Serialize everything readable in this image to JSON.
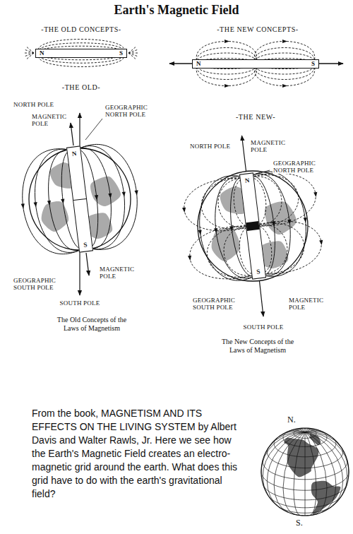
{
  "diagram": {
    "title": "Earth's Magnetic Field",
    "nodes": [
      {
        "text": [
          "N",
          "S"
        ]
      },
      {
        "text": [
          "N",
          "S"
        ]
      },
      {
        "text": [
          "N",
          "S"
        ]
      },
      {
        "text": [
          "N",
          "S"
        ]
      }
    ],
    "labels": [
      "-THE OLD CONCEPTS-",
      "-THE NEW CONCEPTS-",
      "-THE OLD-",
      "-THE NEW-",
      "NORTH POLE",
      "MAGNETIC POLE",
      "GEOGRAPHIC NORTH POLE",
      "MAGNETIC POLE",
      "GEOGRAPHIC SOUTH POLE",
      "SOUTH POLE",
      "The Old Concepts of the Laws of Magnetism",
      "NORTH POLE",
      "MAGNETIC POLE",
      "GEOGRAPHIC NORTH POLE",
      "GEOGRAPHIC SOUTH POLE",
      "MAGNETIC POLE",
      "SOUTH POLE",
      "The New Concepts of the Laws of Magnetism",
      "From the book, MAGNETISM AND ITS EFFECTS ON THE LIVING SYSTEM by Albert Davis and Walter Rawls, Jr. Here we see how the Earth's Magnetic Field creates an electro-magnetic grid around the earth. What does this grid have to do with the earth's gravitational field?",
      "N.",
      "S."
    ]
  }
}
